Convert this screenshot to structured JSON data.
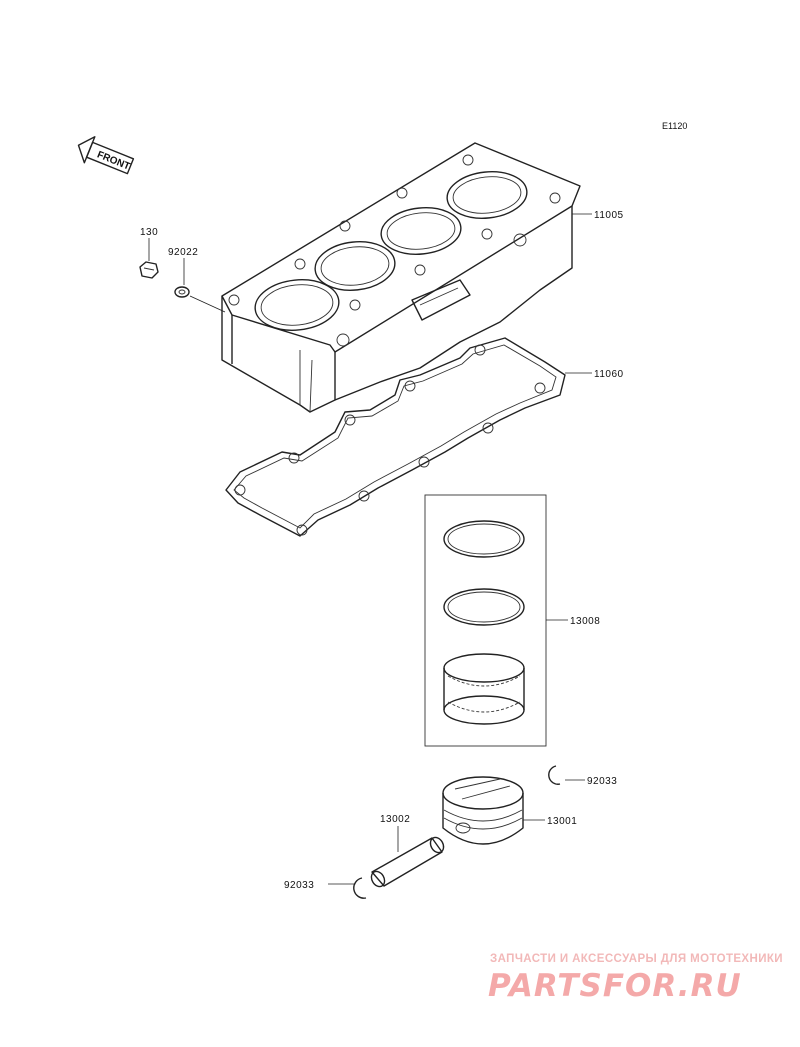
{
  "diagram": {
    "code": "E1120",
    "front_label": "FRONT"
  },
  "parts": {
    "cylinder": "11005",
    "gasket": "11060",
    "bolt": "130",
    "washer": "92022",
    "ring_set": "13008",
    "piston": "13001",
    "pin": "13002",
    "circlip_right": "92033",
    "circlip_left": "92033"
  },
  "watermark": {
    "tagline": "ЗАПЧАСТИ И АКСЕССУАРЫ ДЛЯ МОТОТЕХНИКИ",
    "logo": "PARTSFOR.RU",
    "color": "#f4a9a9"
  }
}
